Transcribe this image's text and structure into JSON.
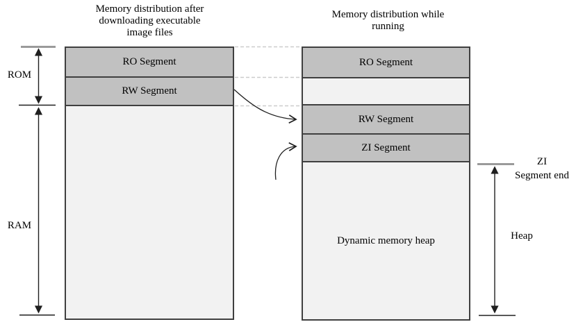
{
  "titles": {
    "left": [
      "Memory distribution after",
      "downloading executable",
      "image files"
    ],
    "right": [
      "Memory distribution while",
      "running"
    ]
  },
  "left_column": {
    "segments": [
      {
        "label": "RO Segment"
      },
      {
        "label": "RW Segment"
      }
    ]
  },
  "right_column": {
    "segments": [
      {
        "label": "RO Segment"
      },
      {
        "label": "RW Segment"
      },
      {
        "label": "ZI Segment"
      }
    ],
    "heap_label": "Dynamic memory heap"
  },
  "side_labels": {
    "rom": "ROM",
    "ram": "RAM",
    "zi_end": [
      "ZI",
      "Segment end"
    ],
    "heap": "Heap"
  },
  "colors": {
    "segment_gray": "#c1c1c1",
    "light_fill": "#f2f2f2",
    "border": "#3f3f3f",
    "bar_gray": "#9a9a9a",
    "arrow": "#1f1f1f",
    "dashed_line": "#cccccc",
    "text": "#000000"
  }
}
